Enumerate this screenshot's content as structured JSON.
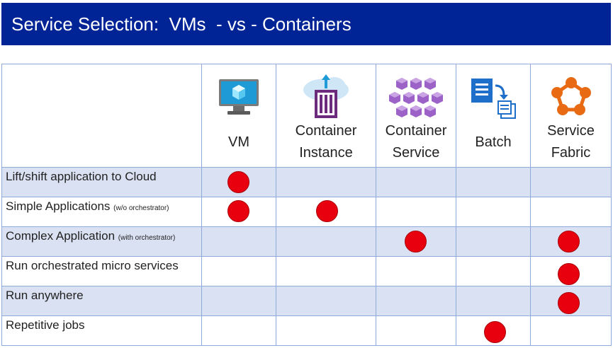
{
  "title": "Service Selection:  VMs  - vs - Containers",
  "columns": [
    {
      "name": "VM",
      "icon": "vm-monitor-icon"
    },
    {
      "name": "Container\nInstance",
      "icon": "container-instance-icon"
    },
    {
      "name": "Container\nService",
      "icon": "container-service-icon"
    },
    {
      "name": "Batch",
      "icon": "batch-icon"
    },
    {
      "name": "Service\nFabric",
      "icon": "service-fabric-icon"
    }
  ],
  "rows": [
    {
      "label": "Lift/shift application to Cloud",
      "note": "",
      "marks": [
        true,
        false,
        false,
        false,
        false
      ]
    },
    {
      "label": "Simple Applications",
      "note": "(w/o orchestrator)",
      "marks": [
        true,
        true,
        false,
        false,
        false
      ]
    },
    {
      "label": "Complex Application",
      "note": "(with orchestrator)",
      "marks": [
        false,
        false,
        true,
        false,
        true
      ]
    },
    {
      "label": "Run orchestrated micro services",
      "note": "",
      "marks": [
        false,
        false,
        false,
        false,
        true
      ]
    },
    {
      "label": "Run anywhere",
      "note": "",
      "marks": [
        false,
        false,
        false,
        false,
        true
      ]
    },
    {
      "label": "Repetitive jobs",
      "note": "",
      "marks": [
        false,
        false,
        false,
        true,
        false
      ]
    }
  ],
  "colors": {
    "title_bar": "#002395",
    "shaded_row": "#d9e1f2",
    "grid_line": "#8eaadb",
    "mark": "#e8000e"
  }
}
